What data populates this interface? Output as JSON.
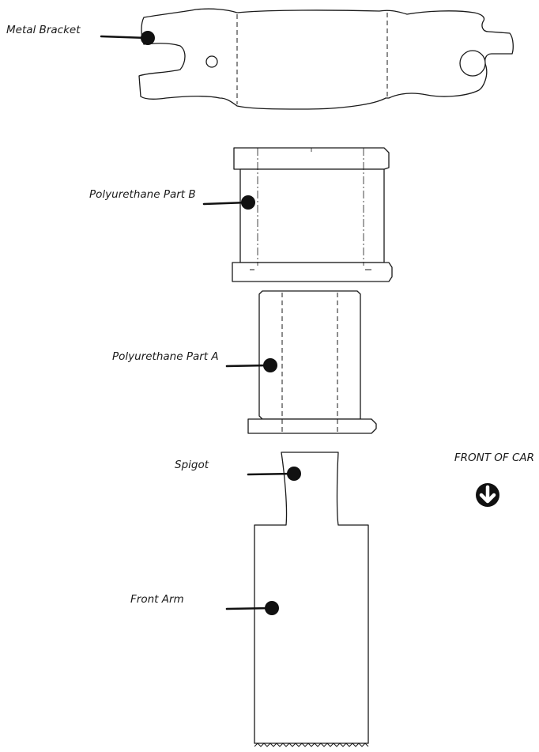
{
  "labels": {
    "metal_bracket": "Metal Bracket",
    "polyurethane_part_b": "Polyurethane Part B",
    "polyurethane_part_a": "Polyurethane Part A",
    "spigot": "Spigot",
    "front_arm": "Front Arm",
    "front_of_car": "FRONT OF CAR"
  },
  "icons": {
    "direction": "arrow-down-circle-icon"
  },
  "colors": {
    "line": "#1a1a1a",
    "background": "#ffffff"
  }
}
